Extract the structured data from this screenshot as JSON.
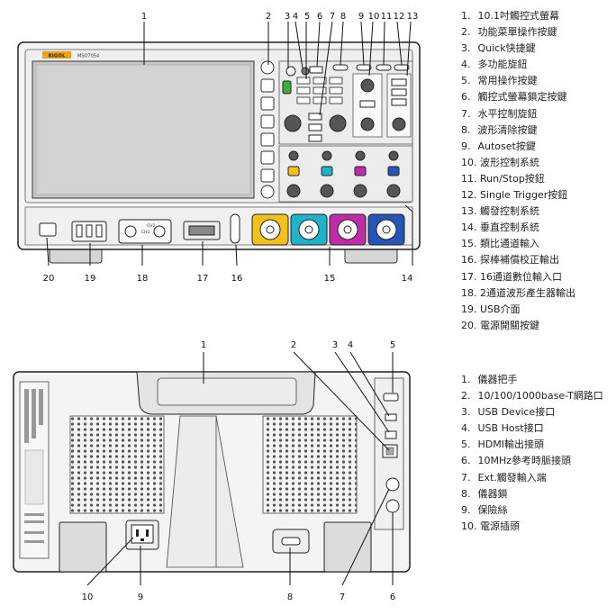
{
  "front_panel": {
    "callout_numbers": [
      "1",
      "2",
      "3",
      "4",
      "5",
      "6",
      "7",
      "8",
      "9",
      "10",
      "11",
      "12",
      "13",
      "14",
      "15",
      "16",
      "17",
      "18",
      "19",
      "20"
    ],
    "labels": {
      "brand_logo": "RIGOL",
      "model": "MSO7054",
      "channel_1": "CH1",
      "channel_2": "CH2"
    },
    "legend": [
      {
        "num": "1.",
        "text": "10.1吋觸控式螢幕"
      },
      {
        "num": "2.",
        "text": "功能菜單操作按鍵"
      },
      {
        "num": "3.",
        "text": "Quick快捷鍵"
      },
      {
        "num": "4.",
        "text": "多功能旋鈕"
      },
      {
        "num": "5.",
        "text": "常用操作按鍵"
      },
      {
        "num": "6.",
        "text": "觸控式螢幕鎖定按鍵"
      },
      {
        "num": "7.",
        "text": "水平控制旋鈕"
      },
      {
        "num": "8.",
        "text": "波形清除按鍵"
      },
      {
        "num": "9.",
        "text": "Autoset按鍵"
      },
      {
        "num": "10.",
        "text": "波形控制系統"
      },
      {
        "num": "11.",
        "text": "Run/Stop按鈕"
      },
      {
        "num": "12.",
        "text": "Single Trigger按鈕"
      },
      {
        "num": "13.",
        "text": "觸發控制系統"
      },
      {
        "num": "14.",
        "text": "垂直控制系統"
      },
      {
        "num": "15.",
        "text": "類比通道輸入"
      },
      {
        "num": "16.",
        "text": "探棒補償校正輸出"
      },
      {
        "num": "17.",
        "text": "16通道數位輸入口"
      },
      {
        "num": "18.",
        "text": "2通道波形產生器輸出"
      },
      {
        "num": "19.",
        "text": "USB介面"
      },
      {
        "num": "20.",
        "text": "電源開關按鍵"
      }
    ]
  },
  "rear_panel": {
    "callout_numbers": [
      "1",
      "2",
      "3",
      "4",
      "5",
      "6",
      "7",
      "8",
      "9",
      "10"
    ],
    "legend": [
      {
        "num": "1.",
        "text": "儀器把手"
      },
      {
        "num": "2.",
        "text": "10/100/1000base-T網路口"
      },
      {
        "num": "3.",
        "text": "USB Device接口"
      },
      {
        "num": "4.",
        "text": "USB Host接口"
      },
      {
        "num": "5.",
        "text": "HDMI輸出接頭"
      },
      {
        "num": "6.",
        "text": "10MHz參考時脈接頭"
      },
      {
        "num": "7.",
        "text": "Ext.觸發輸入端"
      },
      {
        "num": "8.",
        "text": "儀器鎖"
      },
      {
        "num": "9.",
        "text": "保險絲"
      },
      {
        "num": "10.",
        "text": "電源插頭"
      }
    ]
  },
  "colors": {
    "outline": "#2a2a2a",
    "screen": "#c8c8c8",
    "panel": "#e9e9e9",
    "logo": "#e8a318",
    "channel_1": "#f2c21a",
    "channel_2": "#1fb3c9",
    "channel_3": "#c02ca8",
    "channel_4": "#2456b8",
    "run_green": "#3cae3c"
  }
}
